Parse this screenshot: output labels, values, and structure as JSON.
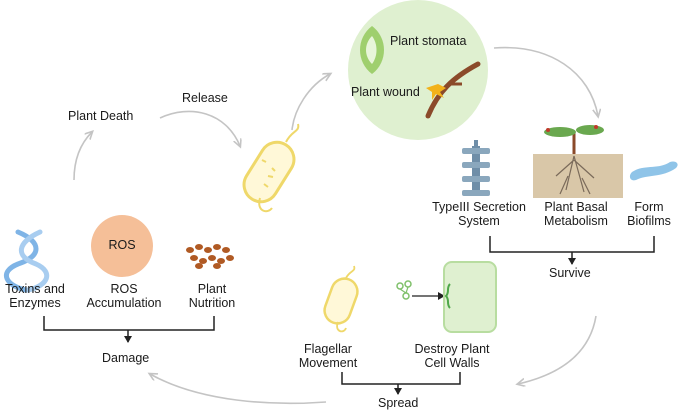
{
  "top": {
    "stomata_label": "Plant stomata",
    "wound_label": "Plant wound"
  },
  "cycle": {
    "release_label": "Release",
    "plant_death_label": "Plant Death"
  },
  "survive": {
    "group_label": "Survive",
    "items": [
      {
        "line1": "TypeIII Secretion",
        "line2": "System"
      },
      {
        "line1": "Plant Basal",
        "line2": "Metabolism"
      },
      {
        "line1": "Form",
        "line2": "Biofilms"
      }
    ]
  },
  "spread": {
    "group_label": "Spread",
    "items": [
      {
        "line1": "Flagellar",
        "line2": "Movement"
      },
      {
        "line1": "Destroy Plant",
        "line2": "Cell Walls"
      }
    ]
  },
  "damage": {
    "group_label": "Damage",
    "ros_badge": "ROS",
    "items": [
      {
        "line1": "Toxins and",
        "line2": "Enzymes"
      },
      {
        "line1": "ROS",
        "line2": "Accumulation"
      },
      {
        "line1": "Plant",
        "line2": "Nutrition"
      }
    ]
  },
  "colors": {
    "arrow_gray": "#c8c8c8",
    "light_green": "#dff0d0",
    "bacterium_yellow": "#efd86a",
    "stem_brown": "#8b4a2a",
    "ros_peach": "#f5bf98",
    "nutrient_brown": "#b05a24",
    "helix_blue": "#7fb4e6",
    "soil_tan": "#d9c7a8"
  }
}
